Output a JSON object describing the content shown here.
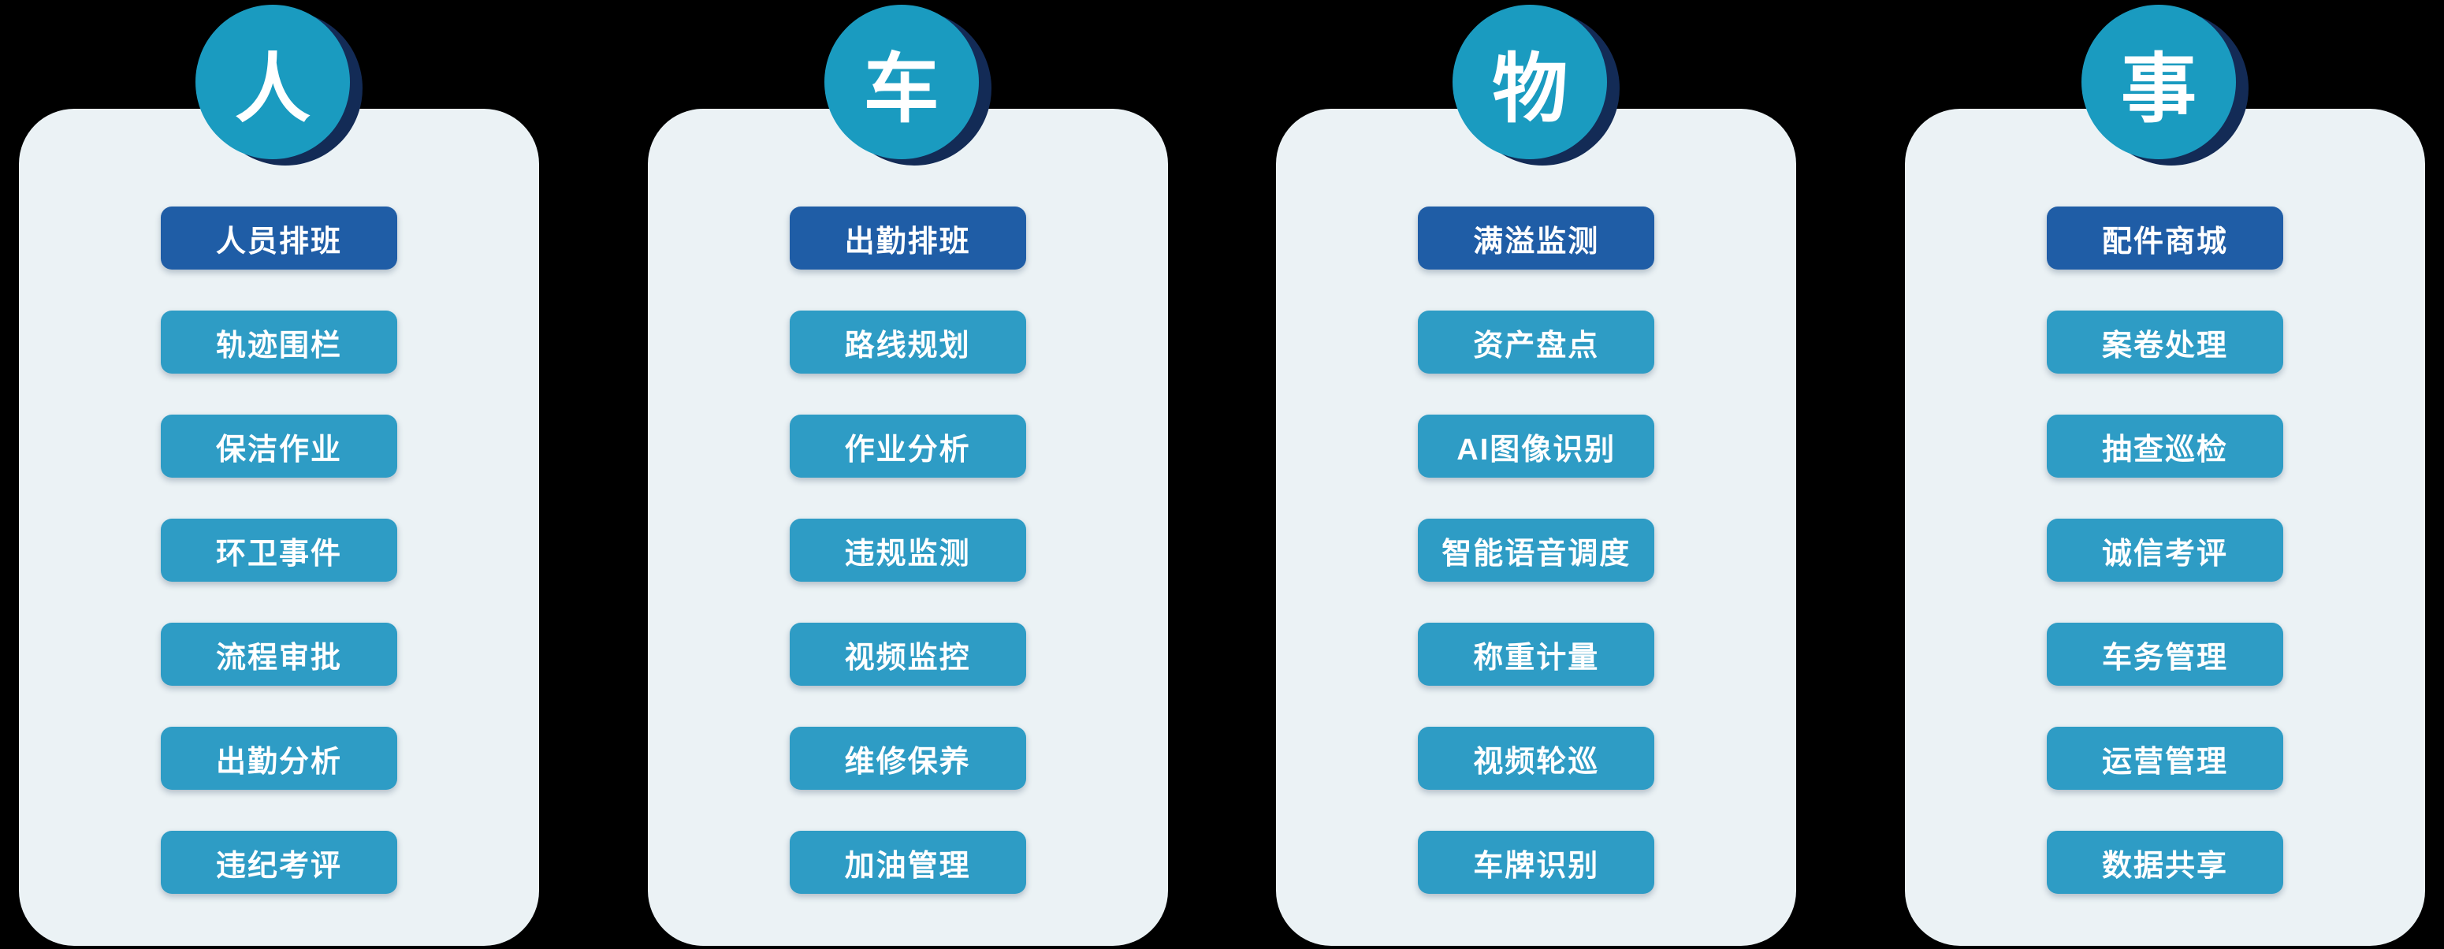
{
  "colors": {
    "background": "#000000",
    "card": "#ebf2f5",
    "badge": "#1a9bc0",
    "badge_shadow": "#132b56",
    "pill_primary": "#1f5da6",
    "pill_secondary": "#2e9cc5",
    "text": "#ffffff"
  },
  "columns": [
    {
      "badge": "人",
      "items": [
        "人员排班",
        "轨迹围栏",
        "保洁作业",
        "环卫事件",
        "流程审批",
        "出勤分析",
        "违纪考评"
      ]
    },
    {
      "badge": "车",
      "items": [
        "出勤排班",
        "路线规划",
        "作业分析",
        "违规监测",
        "视频监控",
        "维修保养",
        "加油管理"
      ]
    },
    {
      "badge": "物",
      "items": [
        "满溢监测",
        "资产盘点",
        "AI图像识别",
        "智能语音调度",
        "称重计量",
        "视频轮巡",
        "车牌识别"
      ]
    },
    {
      "badge": "事",
      "items": [
        "配件商城",
        "案卷处理",
        "抽查巡检",
        "诚信考评",
        "车务管理",
        "运营管理",
        "数据共享"
      ]
    }
  ]
}
